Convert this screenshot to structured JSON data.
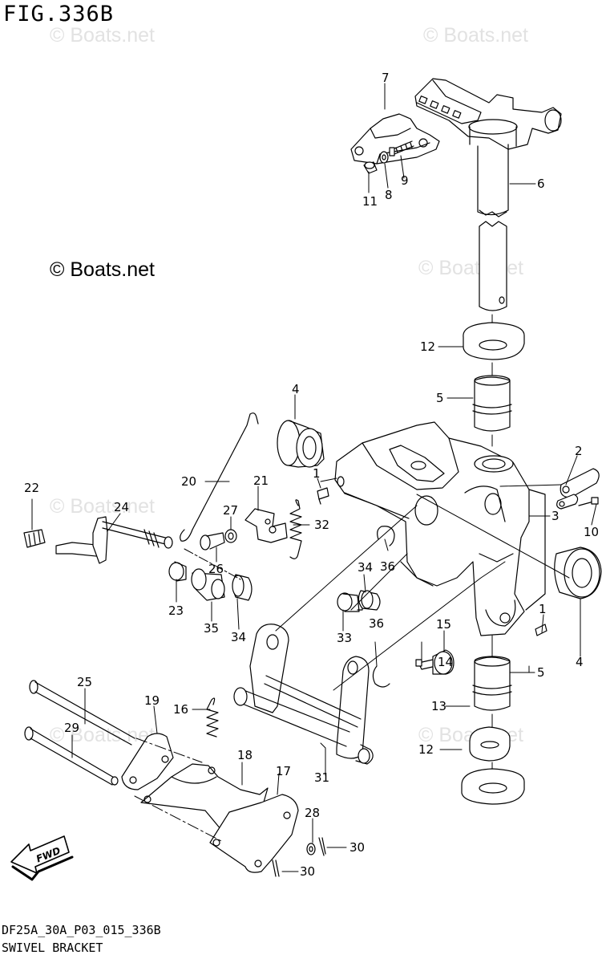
{
  "header": {
    "figure_id": "FIG.336B"
  },
  "footer": {
    "drawing_code": "DF25A_30A_P03_015_336B",
    "drawing_name": "SWIVEL BRACKET"
  },
  "watermark": {
    "main": "© Boats.net",
    "faint": "© Boats.net"
  },
  "direction_badge": "FWD",
  "colors": {
    "ink": "#000000",
    "watermark": "#e2e2e2",
    "background": "#ffffff"
  },
  "parts": {
    "p1a": "1",
    "p1b": "1",
    "p2": "2",
    "p3": "3",
    "p4a": "4",
    "p4b": "4",
    "p5a": "5",
    "p5b": "5",
    "p6": "6",
    "p7": "7",
    "p8": "8",
    "p9": "9",
    "p10": "10",
    "p11": "11",
    "p12a": "12",
    "p12b": "12",
    "p13": "13",
    "p14": "14",
    "p15": "15",
    "p16": "16",
    "p17": "17",
    "p18": "18",
    "p19": "19",
    "p20": "20",
    "p21": "21",
    "p22": "22",
    "p23": "23",
    "p24": "24",
    "p25": "25",
    "p26": "26",
    "p27": "27",
    "p28": "28",
    "p29": "29",
    "p30a": "30",
    "p30b": "30",
    "p31": "31",
    "p32": "32",
    "p33": "33",
    "p34a": "34",
    "p34b": "34",
    "p35": "35",
    "p36a": "36",
    "p36b": "36"
  }
}
